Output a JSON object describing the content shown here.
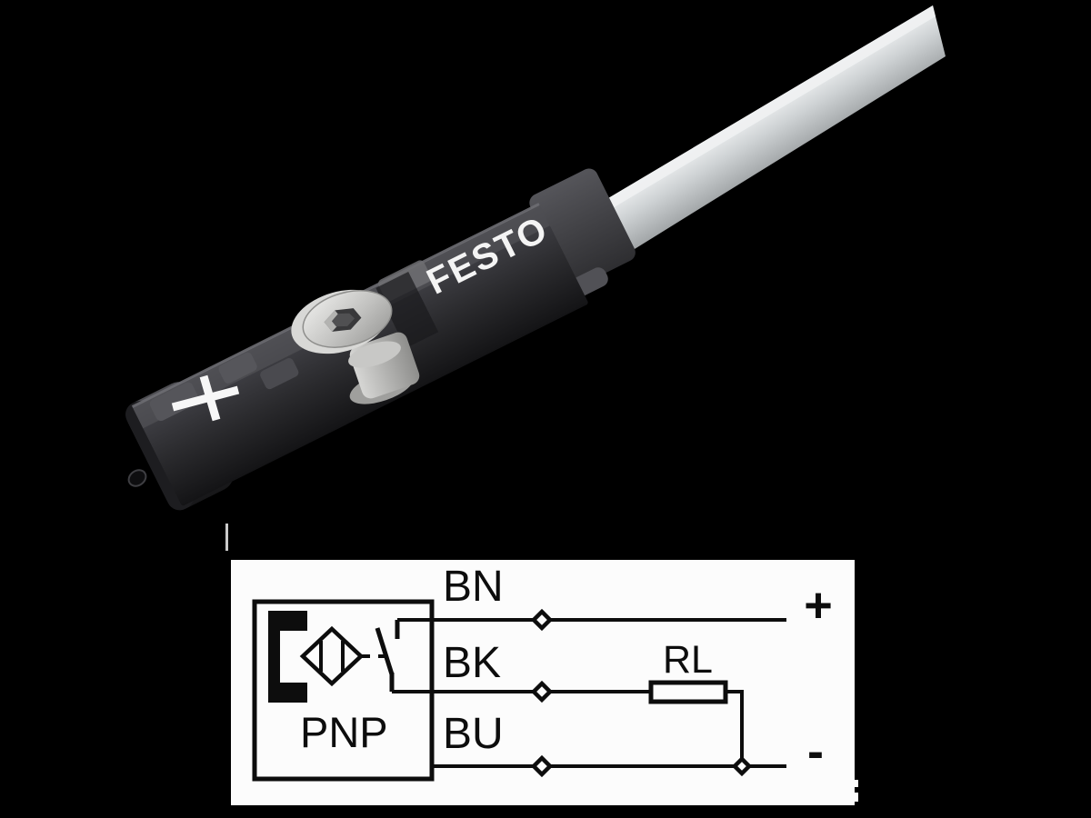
{
  "image": {
    "description": "FESTO magnetic proximity sensor with cable, PNP wiring schematic below",
    "background_color": "#000000"
  },
  "photo": {
    "brand": "FESTO",
    "cable_color": "#ccd0d2",
    "body_color": "#2c2c2f",
    "top_face_color": "#4b4b50",
    "metal_color": "#c2c2c0",
    "marking_cross_color": "#f7f7f7"
  },
  "diagram": {
    "panel_color": "#fcfcfc",
    "line_color": "#0d0d0d",
    "labels": {
      "wire_top": "BN",
      "wire_middle": "BK",
      "wire_bottom": "BU",
      "load": "RL",
      "sensor_type": "PNP",
      "positive_terminal": "+",
      "negative_terminal": "-"
    },
    "connections": [
      {
        "wire": "BN",
        "from": "sensor switch contact",
        "to": "positive terminal +"
      },
      {
        "wire": "BK",
        "from": "switch output",
        "to": "load RL, then negative rail"
      },
      {
        "wire": "BU",
        "from": "sensor common",
        "to": "negative terminal -"
      }
    ]
  }
}
